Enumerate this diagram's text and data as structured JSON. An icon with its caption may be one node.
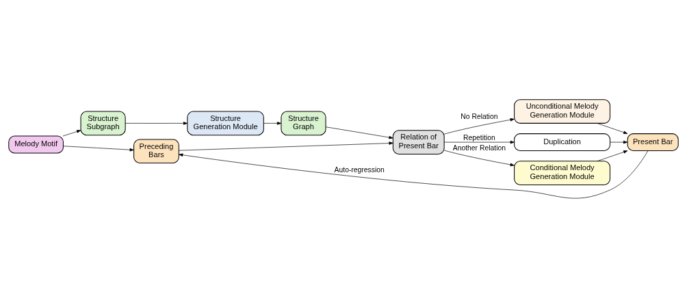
{
  "diagram": {
    "nodes": [
      {
        "text": [
          "Melody Motif"
        ]
      },
      {
        "text": [
          "Structure Subgraph"
        ]
      },
      {
        "text": [
          "Preceding Bars"
        ]
      },
      {
        "text": [
          "Structure Generation Module"
        ]
      },
      {
        "text": [
          "Structure Graph"
        ]
      },
      {
        "text": [
          "Relation of Present Bar"
        ]
      },
      {
        "text": [
          "Unconditional Melody Generation Module"
        ]
      },
      {
        "text": [
          "Duplication"
        ]
      },
      {
        "text": [
          "Conditional Melody Generation Module"
        ]
      },
      {
        "text": [
          "Present Bar"
        ]
      }
    ],
    "edges": [
      {
        "from": 0,
        "to": 1,
        "arrow": "to"
      },
      {
        "from": 0,
        "to": 2,
        "arrow": "to"
      },
      {
        "from": 1,
        "to": 3,
        "arrow": "to"
      },
      {
        "from": 3,
        "to": 4,
        "arrow": "to"
      },
      {
        "from": 4,
        "to": 5,
        "arrow": "to"
      },
      {
        "from": 2,
        "to": 5,
        "arrow": "to"
      },
      {
        "from": 5,
        "to": 6,
        "arrow": "to",
        "label": "No Relation"
      },
      {
        "from": 5,
        "to": 7,
        "arrow": "to",
        "label": "Repetition"
      },
      {
        "from": 5,
        "to": 8,
        "arrow": "to",
        "label": "Another Relation"
      },
      {
        "from": 6,
        "to": 9,
        "arrow": "to"
      },
      {
        "from": 7,
        "to": 9,
        "arrow": "to"
      },
      {
        "from": 8,
        "to": 9,
        "arrow": "to"
      },
      {
        "from": 9,
        "to": 2,
        "arrow": "to",
        "label": "Auto-regression"
      }
    ]
  }
}
